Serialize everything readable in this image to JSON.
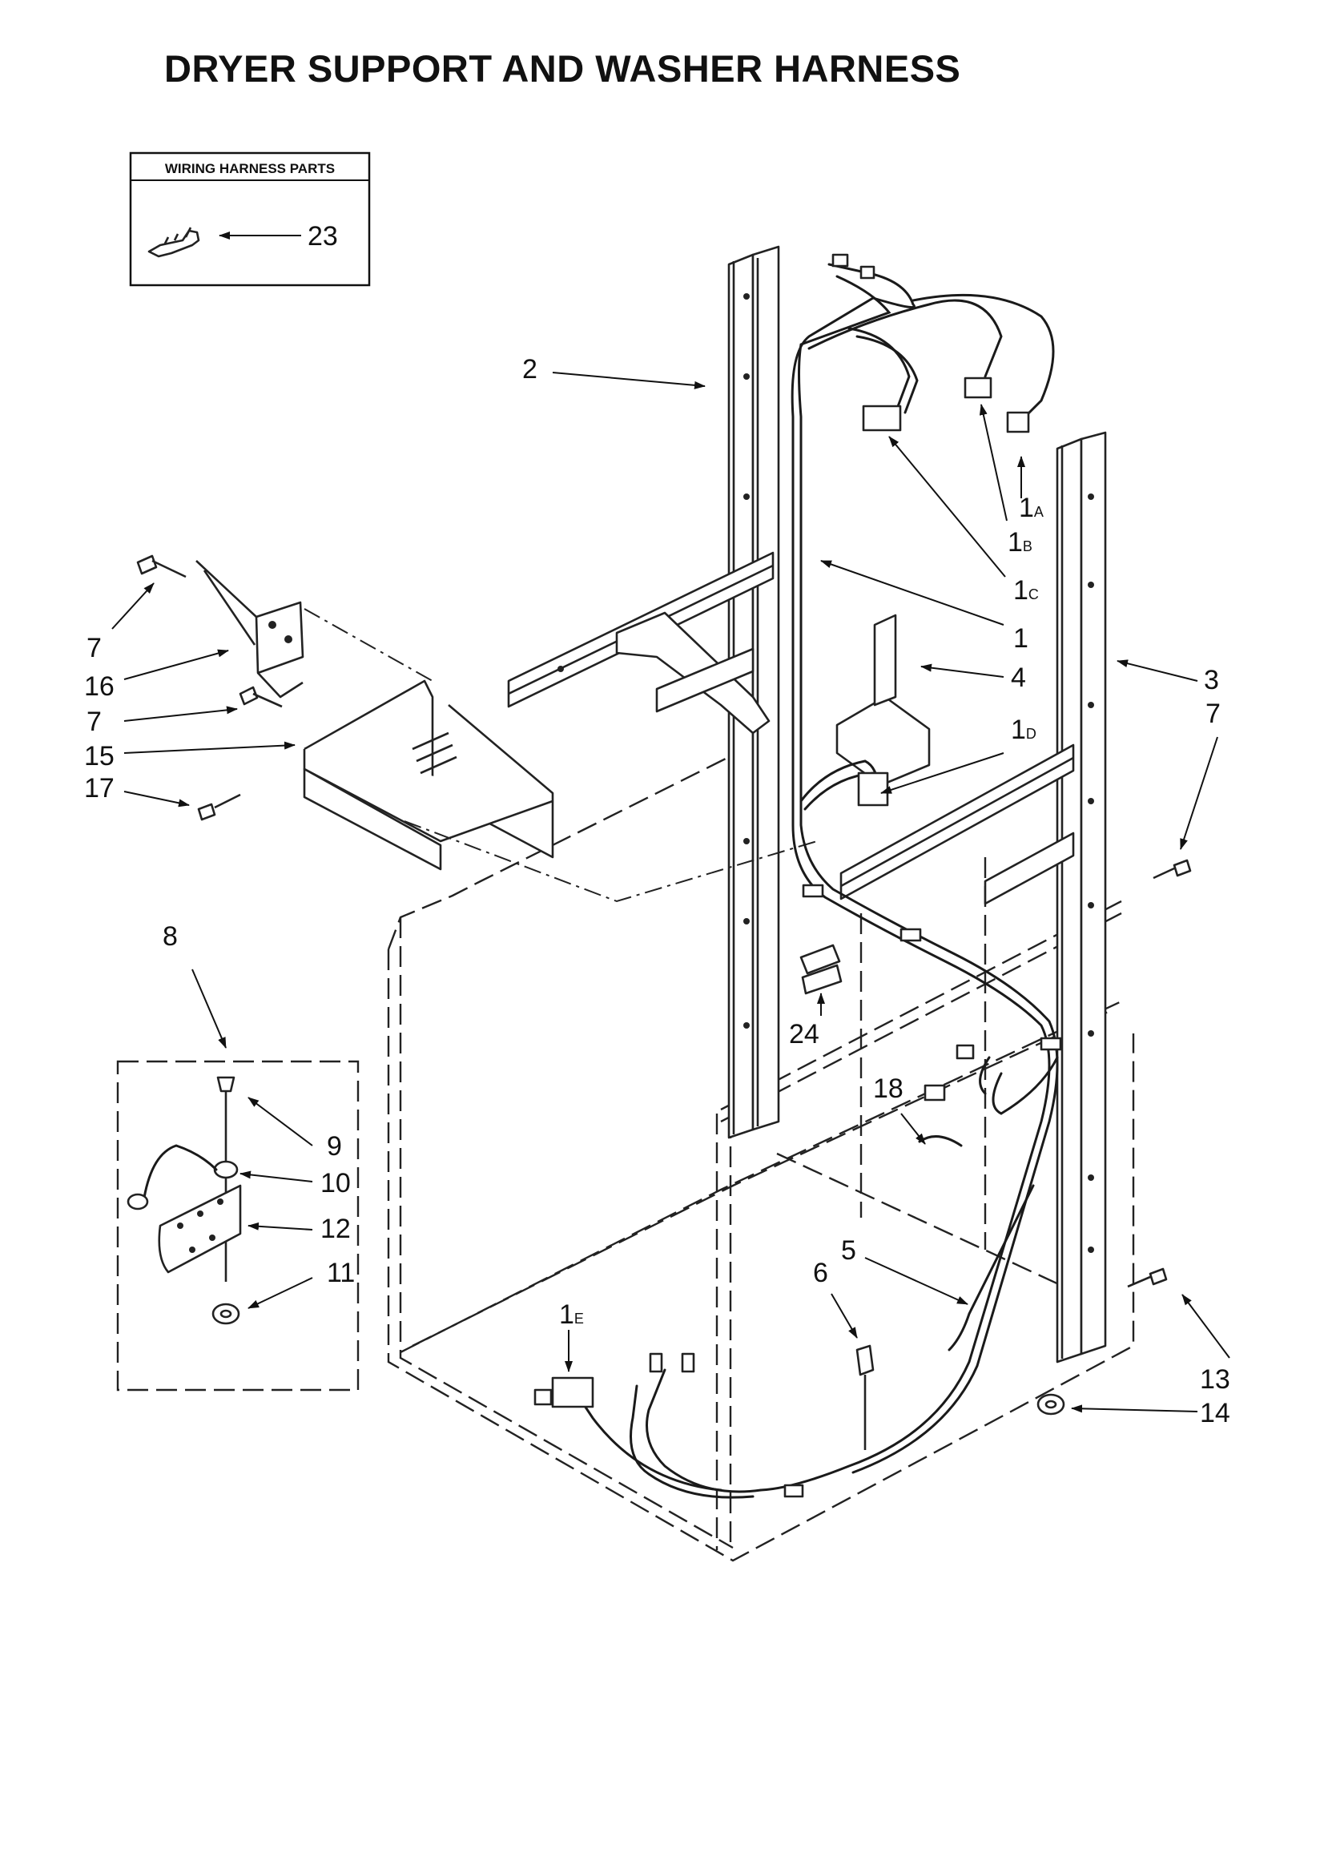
{
  "title": "DRYER SUPPORT AND WASHER HARNESS",
  "inset": {
    "title": "WIRING HARNESS PARTS",
    "label": "23"
  },
  "callouts": {
    "c2": "2",
    "c1a": "1",
    "c1a_sub": "A",
    "c1b": "1",
    "c1b_sub": "B",
    "c1c": "1",
    "c1c_sub": "C",
    "c1": "1",
    "c4": "4",
    "c3": "3",
    "c7a": "7",
    "c7b": "7",
    "c7c": "7",
    "c16": "16",
    "c15": "15",
    "c17": "17",
    "c1d": "1",
    "c1d_sub": "D",
    "c8": "8",
    "c9": "9",
    "c10": "10",
    "c12": "12",
    "c11": "11",
    "c24": "24",
    "c18": "18",
    "c5": "5",
    "c6": "6",
    "c1e": "1",
    "c1e_sub": "E",
    "c13": "13",
    "c14": "14"
  }
}
